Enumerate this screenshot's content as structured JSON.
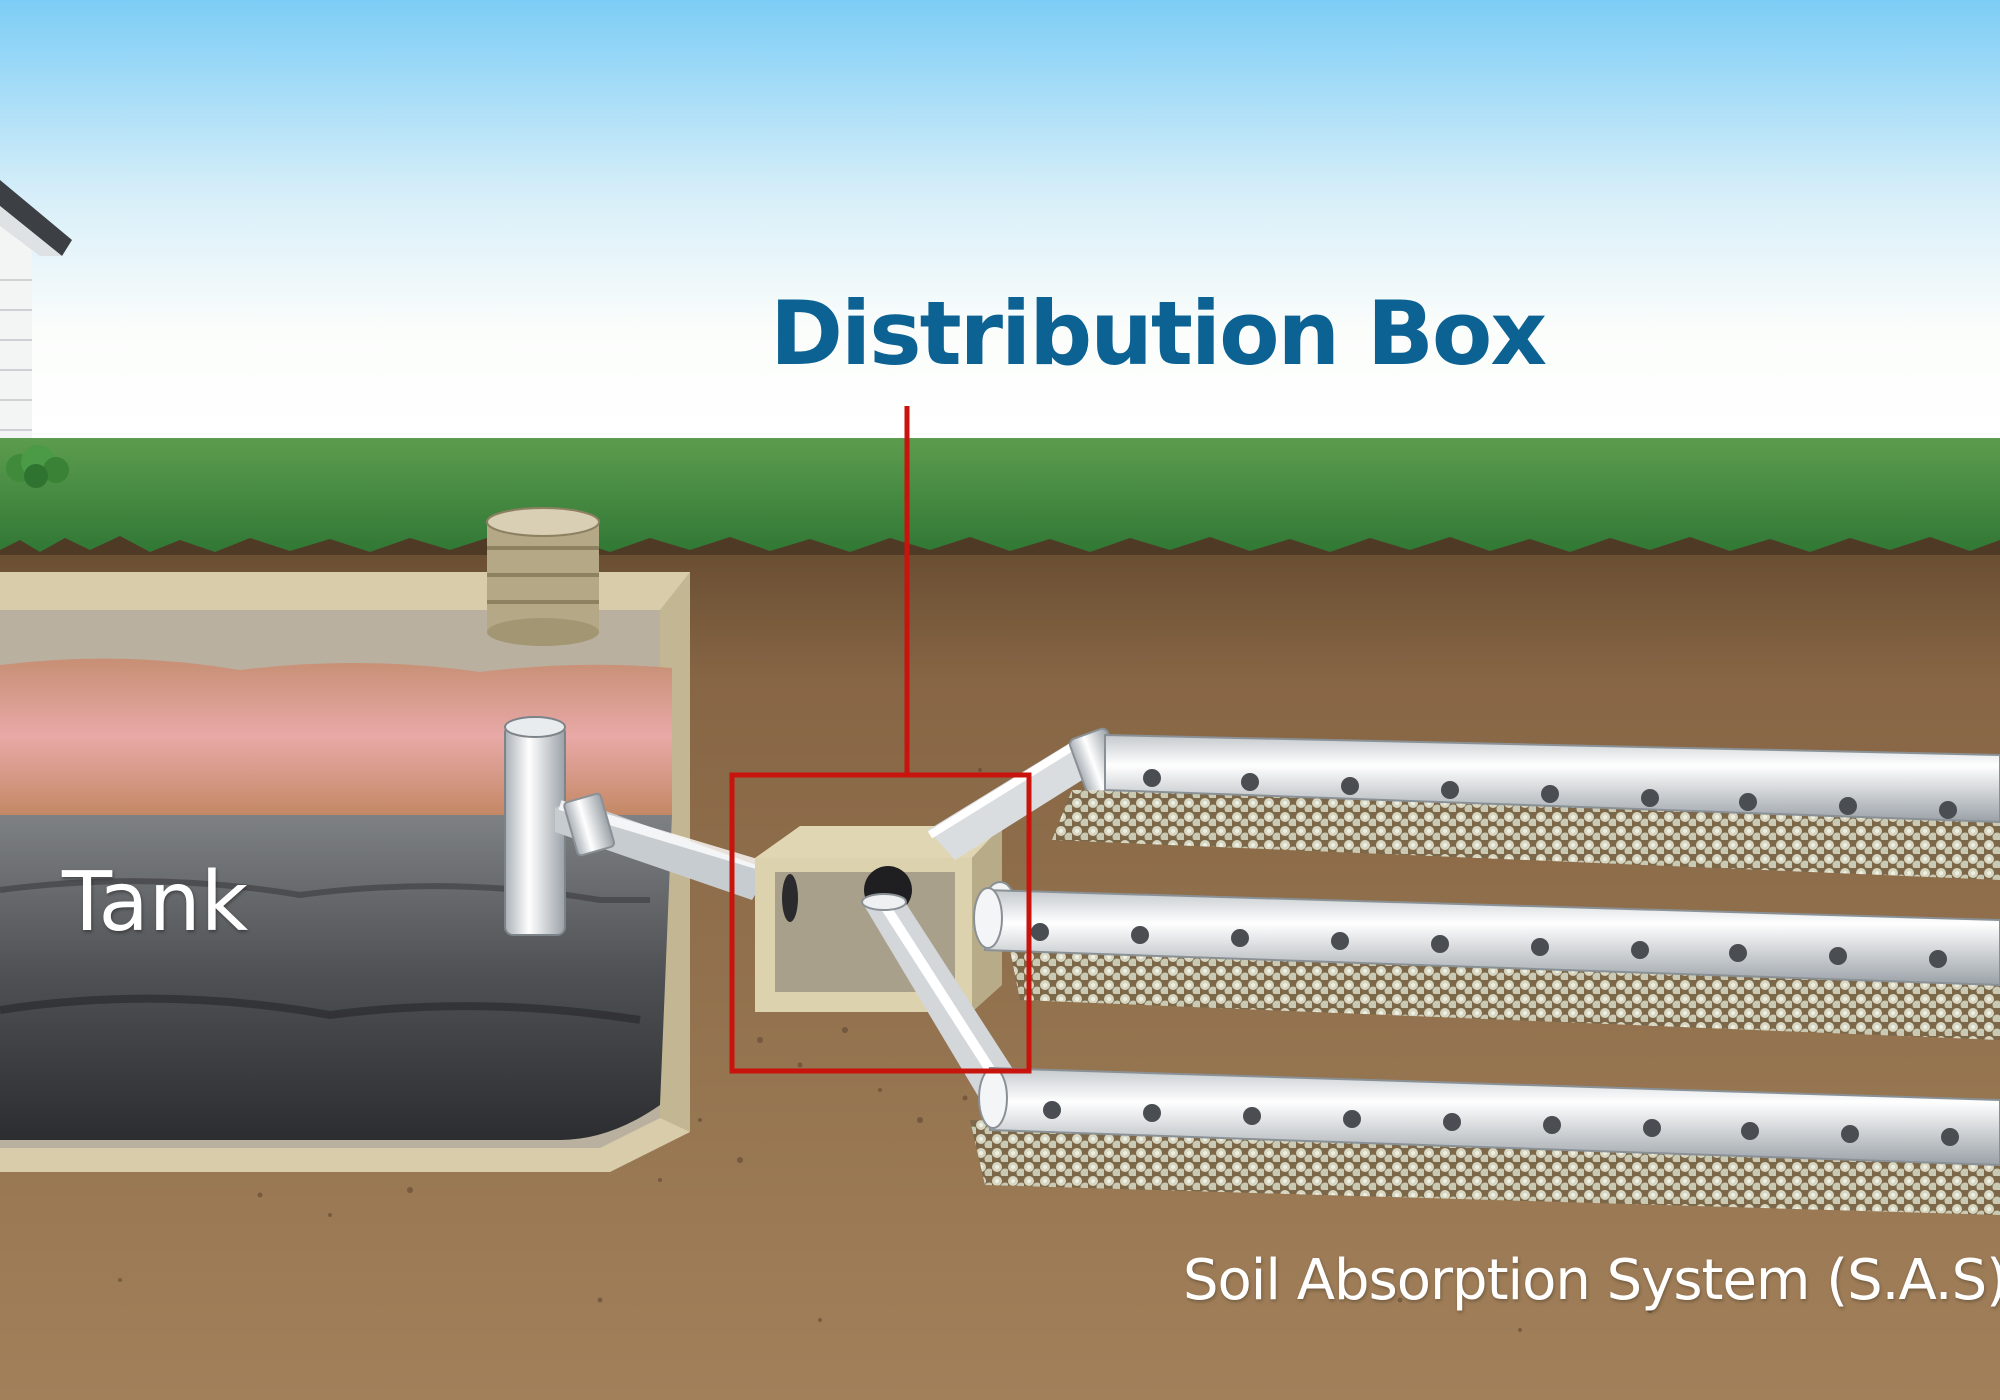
{
  "labels": {
    "title": "Distribution Box",
    "tank": "Tank",
    "sas": "Soil Absorption System (S.A.S)"
  },
  "colors": {
    "title": "#0b6293",
    "callout": "#c8140c"
  },
  "icons": {
    "house": "house-icon",
    "shrub": "shrub-icon",
    "tank_riser": "riser-lid-icon",
    "distribution_box": "distribution-box-icon"
  }
}
